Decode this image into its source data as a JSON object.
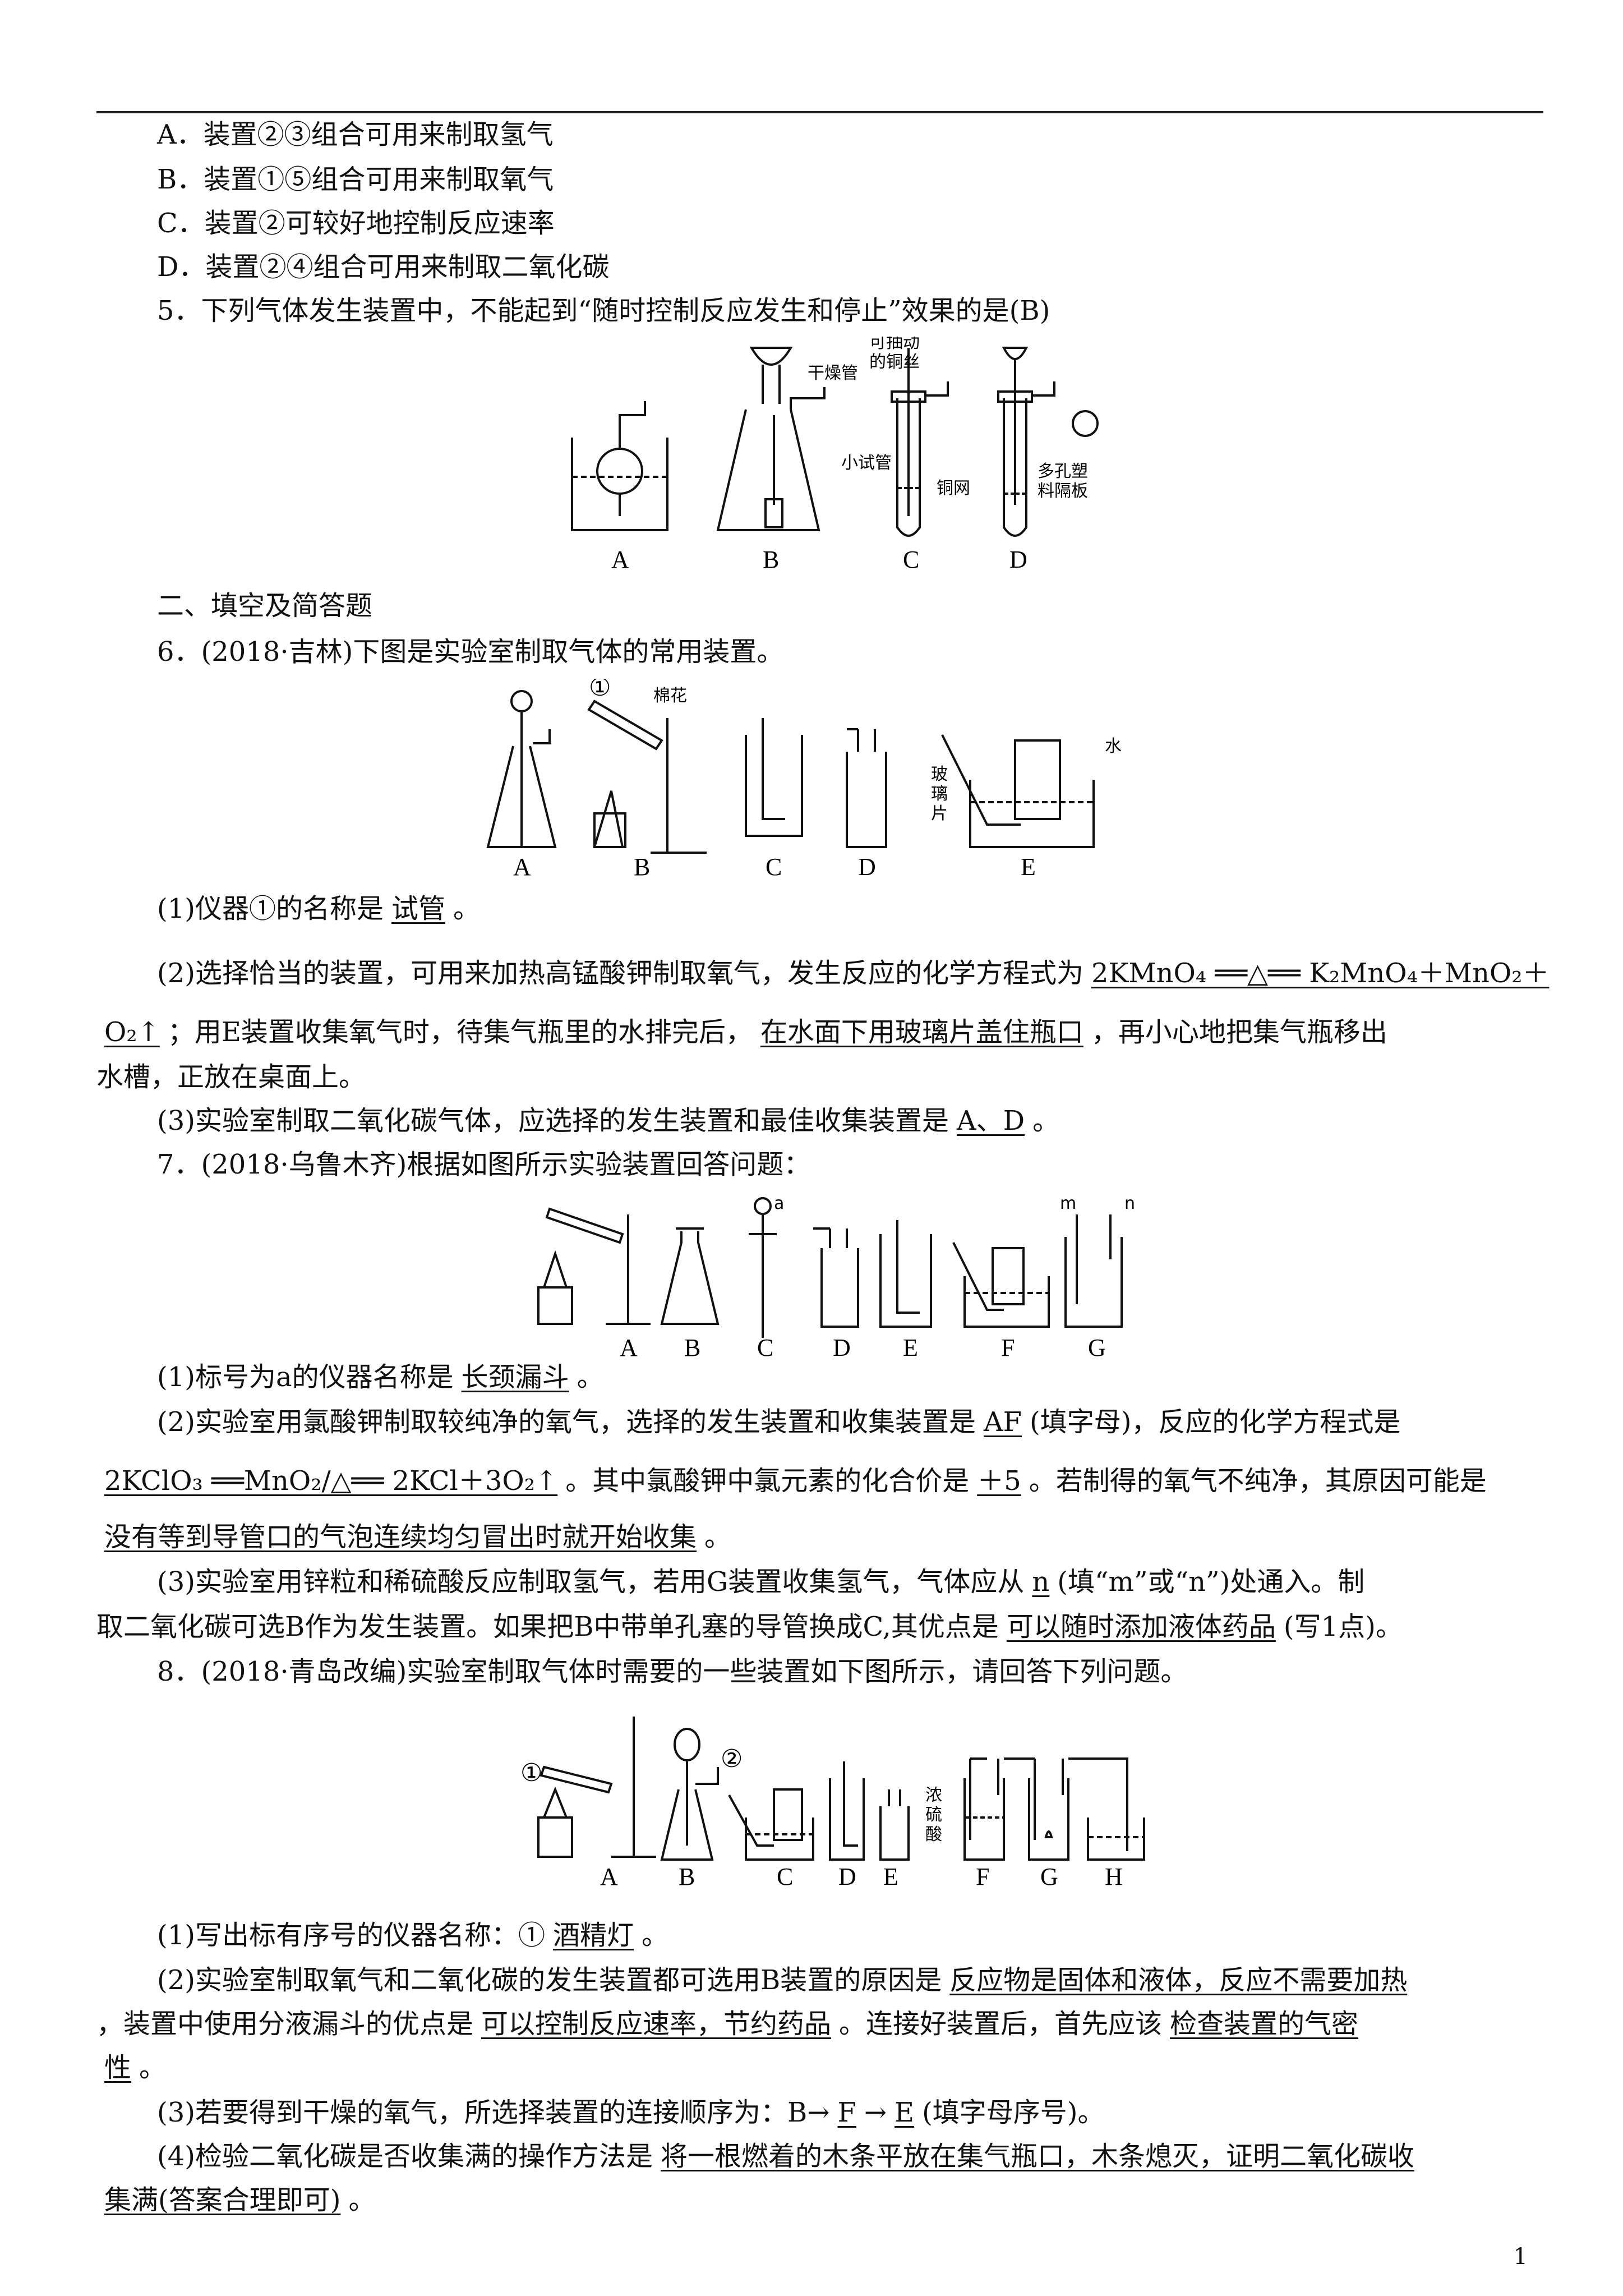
{
  "q4_options": [
    "A．装置②③组合可用来制取氢气",
    "B．装置①⑤组合可用来制取氧气",
    "C．装置②可较好地控制反应速率",
    "D．装置②④组合可用来制取二氧化碳"
  ],
  "q5": {
    "stem": "5．下列气体发生装置中，不能起到“随时控制反应发生和停止”效果的是(B)",
    "labels": [
      "A",
      "B",
      "C",
      "D"
    ],
    "annotations": {
      "dry_tube": "干燥管",
      "small_tube": "小试管",
      "copper_wire_1": "可抽动",
      "copper_wire_2": "的铜丝",
      "copper_mesh": "铜网",
      "plate_1": "多孔塑",
      "plate_2": "料隔板"
    }
  },
  "section2": "二、填空及简答题",
  "q6": {
    "stem": "6．(2018·吉林)下图是实验室制取气体的常用装置。",
    "fig_labels": [
      "A",
      "B",
      "C",
      "D",
      "E"
    ],
    "fig_annot": {
      "num1": "①",
      "cotton": "棉花",
      "water": "水",
      "glass_1": "玻",
      "glass_2": "璃",
      "glass_3": "片"
    },
    "p1_pre": "(1)仪器①的名称是",
    "p1_ans": "试管",
    "p1_post": "。",
    "p2_pre": "(2)选择恰当的装置，可用来加热高锰酸钾制取氧气，发生反应的化学方程式为",
    "p2_eq": "2KMnO₄ ══△══ K₂MnO₄＋MnO₂＋",
    "p2_eq2": "O₂↑",
    "p2_mid": "；用E装置收集氧气时，待集气瓶里的水排完后，",
    "p2_ans": "在水面下用玻璃片盖住瓶口",
    "p2_post": "，再小心地把集气瓶移出",
    "p2_tail": "水槽，正放在桌面上。",
    "p3_pre": "(3)实验室制取二氧化碳气体，应选择的发生装置和最佳收集装置是",
    "p3_ans": "A、D",
    "p3_post": "。"
  },
  "q7": {
    "stem": "7．(2018·乌鲁木齐)根据如图所示实验装置回答问题：",
    "fig_labels": [
      "A",
      "B",
      "C",
      "D",
      "E",
      "F",
      "G"
    ],
    "fig_annot": {
      "a": "a",
      "m": "m",
      "n": "n"
    },
    "p1_pre": "(1)标号为a的仪器名称是",
    "p1_ans": "长颈漏斗",
    "p1_post": "。",
    "p2_pre": "(2)实验室用氯酸钾制取较纯净的氧气，选择的发生装置和收集装置是",
    "p2_ans": "AF",
    "p2_post": "(填字母)，反应的化学方程式是",
    "p2_eq": "2KClO₃ ══MnO₂/△══ 2KCl＋3O₂↑",
    "p2_mid": "。其中氯酸钾中氯元素的化合价是",
    "p2_val": "＋5",
    "p2_mid2": "。若制得的氧气不纯净，其原因可能是",
    "p2_reason": "没有等到导管口的气泡连续均匀冒出时就开始收集",
    "p2_end": "。",
    "p3_pre": "(3)实验室用锌粒和稀硫酸反应制取氢气，若用G装置收集氢气，气体应从",
    "p3_ans": "n",
    "p3_post": "(填“m”或“n”)处通入。制",
    "p3_l2_pre": "取二氧化碳可选B作为发生装置。如果把B中带单孔塞的导管换成C,其优点是",
    "p3_l2_ans": "可以随时添加液体药品",
    "p3_l2_post": "(写1点)。"
  },
  "q8": {
    "stem": "8．(2018·青岛改编)实验室制取气体时需要的一些装置如下图所示，请回答下列问题。",
    "fig_labels": [
      "A",
      "B",
      "C",
      "D",
      "E",
      "F",
      "G",
      "H"
    ],
    "fig_annot": {
      "num1": "①",
      "num2": "②",
      "acid_1": "浓",
      "acid_2": "硫",
      "acid_3": "酸"
    },
    "p1_pre": "(1)写出标有序号的仪器名称：①",
    "p1_ans": "酒精灯",
    "p1_post": "。",
    "p2_pre": "(2)实验室制取氧气和二氧化碳的发生装置都可选用B装置的原因是",
    "p2_ans": "反应物是固体和液体，反应不需要加热",
    "p2_l2_pre": "，装置中使用分液漏斗的优点是",
    "p2_l2_ans": "可以控制反应速率，节约药品",
    "p2_l2_mid": "。连接好装置后，首先应该",
    "p2_l2_ans2": "检查装置的气密",
    "p2_l3": "性",
    "p2_l3_post": "。",
    "p3_pre": "(3)若要得到干燥的氧气，所选择装置的连接顺序为：B→",
    "p3_a1": "F",
    "p3_arrow": "→",
    "p3_a2": "E",
    "p3_post": "(填字母序号)。",
    "p4_pre": "(4)检验二氧化碳是否收集满的操作方法是",
    "p4_ans": "将一根燃着的木条平放在集气瓶口，木条熄灭，证明二氧化碳收",
    "p4_ans2": "集满(答案合理即可)",
    "p4_post": "。"
  },
  "page_number": "1"
}
